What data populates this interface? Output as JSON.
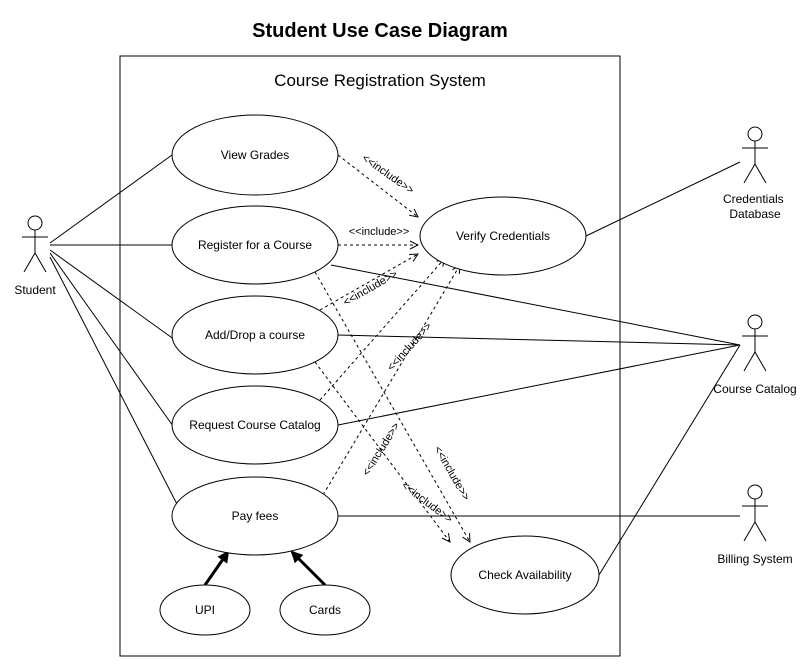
{
  "diagram": {
    "title": "Student Use Case Diagram",
    "system_name": "Course Registration System",
    "actors": [
      {
        "id": "student",
        "name": "Student"
      },
      {
        "id": "credentials-db",
        "name": "Credentials Database"
      },
      {
        "id": "course-catalog",
        "name": "Course Catalog"
      },
      {
        "id": "billing-system",
        "name": "Billing System"
      }
    ],
    "use_cases": [
      {
        "id": "view-grades",
        "name": "View Grades"
      },
      {
        "id": "register-course",
        "name": "Register for a Course"
      },
      {
        "id": "add-drop",
        "name": "Add/Drop a course"
      },
      {
        "id": "request-catalog",
        "name": "Request Course Catalog"
      },
      {
        "id": "pay-fees",
        "name": "Pay fees"
      },
      {
        "id": "upi",
        "name": "UPI"
      },
      {
        "id": "cards",
        "name": "Cards"
      },
      {
        "id": "verify-credentials",
        "name": "Verify Credentials"
      },
      {
        "id": "check-availability",
        "name": "Check Availability"
      }
    ],
    "associations": [
      {
        "from": "student",
        "to": "view-grades"
      },
      {
        "from": "student",
        "to": "register-course"
      },
      {
        "from": "student",
        "to": "add-drop"
      },
      {
        "from": "student",
        "to": "request-catalog"
      },
      {
        "from": "student",
        "to": "pay-fees"
      },
      {
        "from": "verify-credentials",
        "to": "credentials-db"
      },
      {
        "from": "register-course",
        "to": "course-catalog"
      },
      {
        "from": "add-drop",
        "to": "course-catalog"
      },
      {
        "from": "request-catalog",
        "to": "course-catalog"
      },
      {
        "from": "check-availability",
        "to": "course-catalog"
      },
      {
        "from": "pay-fees",
        "to": "billing-system"
      }
    ],
    "includes": [
      {
        "from": "view-grades",
        "to": "verify-credentials",
        "label": "<<include>>"
      },
      {
        "from": "register-course",
        "to": "verify-credentials",
        "label": "<<include>>"
      },
      {
        "from": "add-drop",
        "to": "verify-credentials",
        "label": "<<include>>"
      },
      {
        "from": "request-catalog",
        "to": "verify-credentials",
        "label": "<<include>>"
      },
      {
        "from": "pay-fees",
        "to": "verify-credentials",
        "label": "<<include>>"
      },
      {
        "from": "register-course",
        "to": "check-availability",
        "label": "<<include>>"
      },
      {
        "from": "add-drop",
        "to": "check-availability",
        "label": "<<include>>"
      }
    ],
    "generalizations": [
      {
        "child": "upi",
        "parent": "pay-fees"
      },
      {
        "child": "cards",
        "parent": "pay-fees"
      }
    ]
  }
}
